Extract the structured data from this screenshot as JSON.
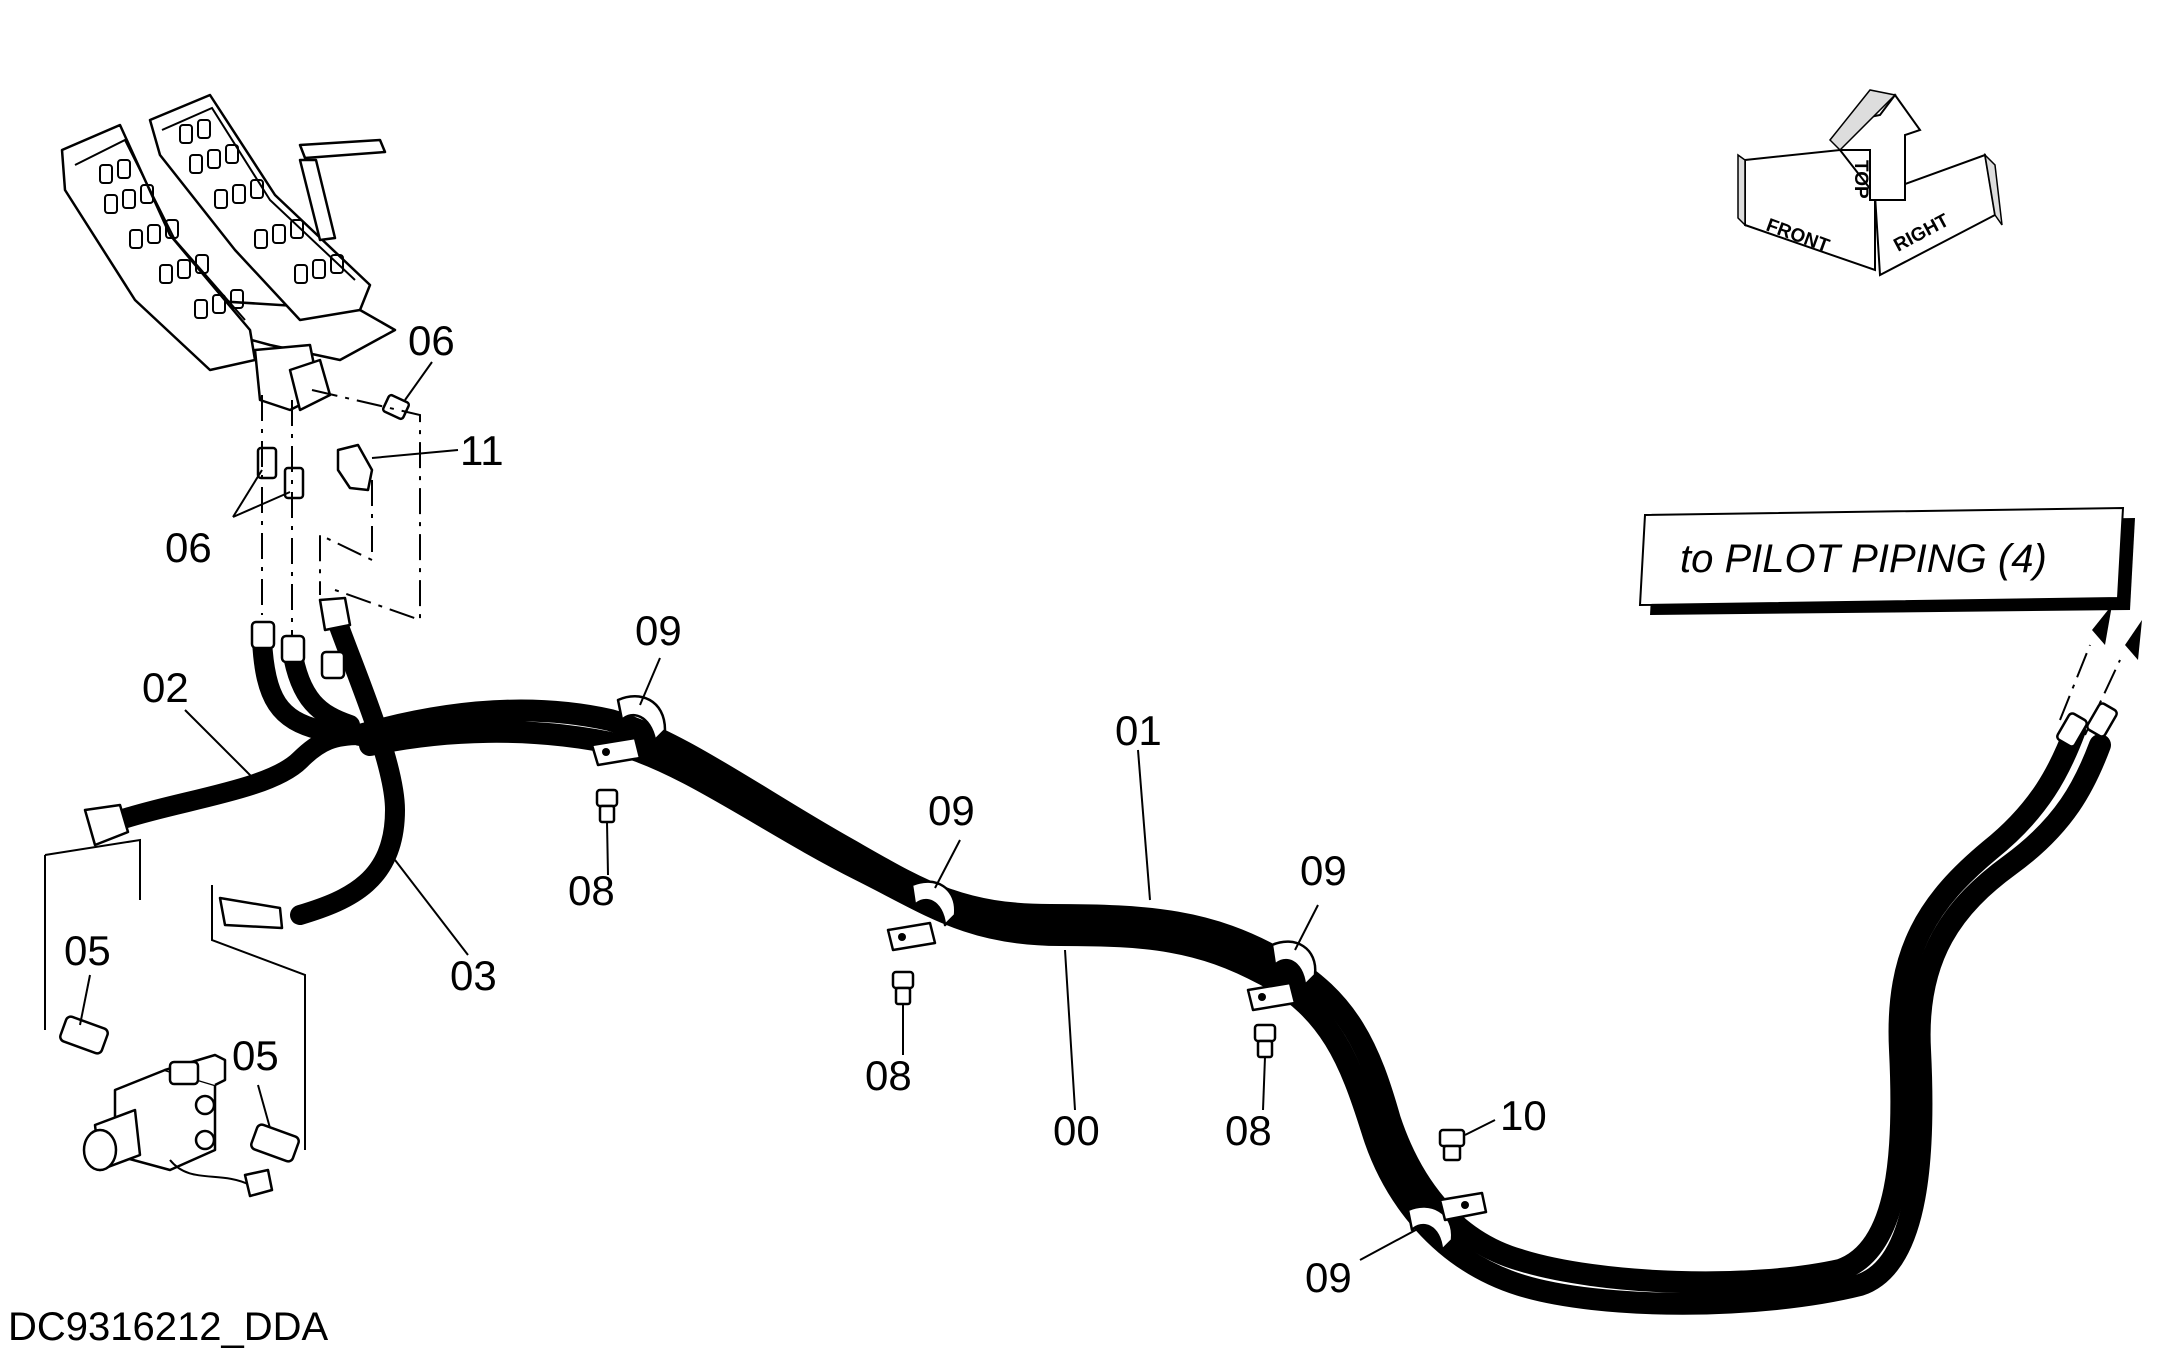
{
  "drawing": {
    "doc_id": "DC9316212_DDA",
    "reference_box": "to PILOT PIPING (4)",
    "orientation": {
      "front": "FRONT",
      "top": "TOP",
      "right": "RIGHT"
    }
  },
  "callouts": {
    "c00": "00",
    "c01": "01",
    "c02": "02",
    "c03": "03",
    "c05a": "05",
    "c05b": "05",
    "c06a": "06",
    "c06b": "06",
    "c08a": "08",
    "c08b": "08",
    "c08c": "08",
    "c09a": "09",
    "c09b": "09",
    "c09c": "09",
    "c09d": "09",
    "c10": "10",
    "c11": "11"
  }
}
